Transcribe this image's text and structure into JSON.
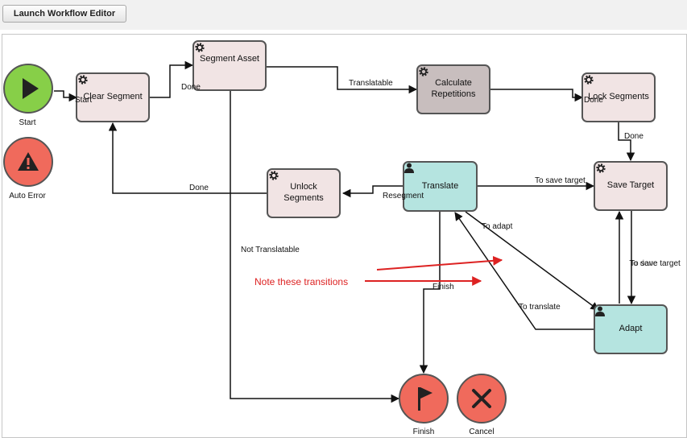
{
  "toolbar": {
    "launch_label": "Launch Workflow Editor"
  },
  "nodes": {
    "start": "Start",
    "auto_error": "Auto Error",
    "clear_segment": "Clear Segment",
    "segment_asset": "Segment Asset",
    "calculate_repetitions": "Calculate Repetitions",
    "lock_segments": "Lock Segments",
    "save_target": "Save Target",
    "translate": "Translate",
    "unlock_segments": "Unlock Segments",
    "adapt": "Adapt",
    "finish": "Finish",
    "cancel": "Cancel"
  },
  "edges": {
    "start_to_clear": "Start",
    "clear_to_segment": "Done",
    "segment_to_calc": "Translatable",
    "calc_to_lock": "Done",
    "lock_to_save": "Done",
    "translate_to_save": "To save target",
    "translate_to_unlock": "Resegment",
    "unlock_to_clear": "Done",
    "segment_to_finish": "Not Translatable",
    "translate_to_adapt": "To adapt",
    "adapt_to_translate": "To translate",
    "translate_to_finish": "Finish",
    "save_to_adapt": "To save target",
    "adapt_to_save": "To done"
  },
  "annotation": {
    "note": "Note these transitions"
  },
  "colors": {
    "start": "#87cf48",
    "error": "#f06a5c",
    "auto_task": "#f1e4e4",
    "human_task": "#b5e4e0",
    "highlight": "#d22222"
  }
}
